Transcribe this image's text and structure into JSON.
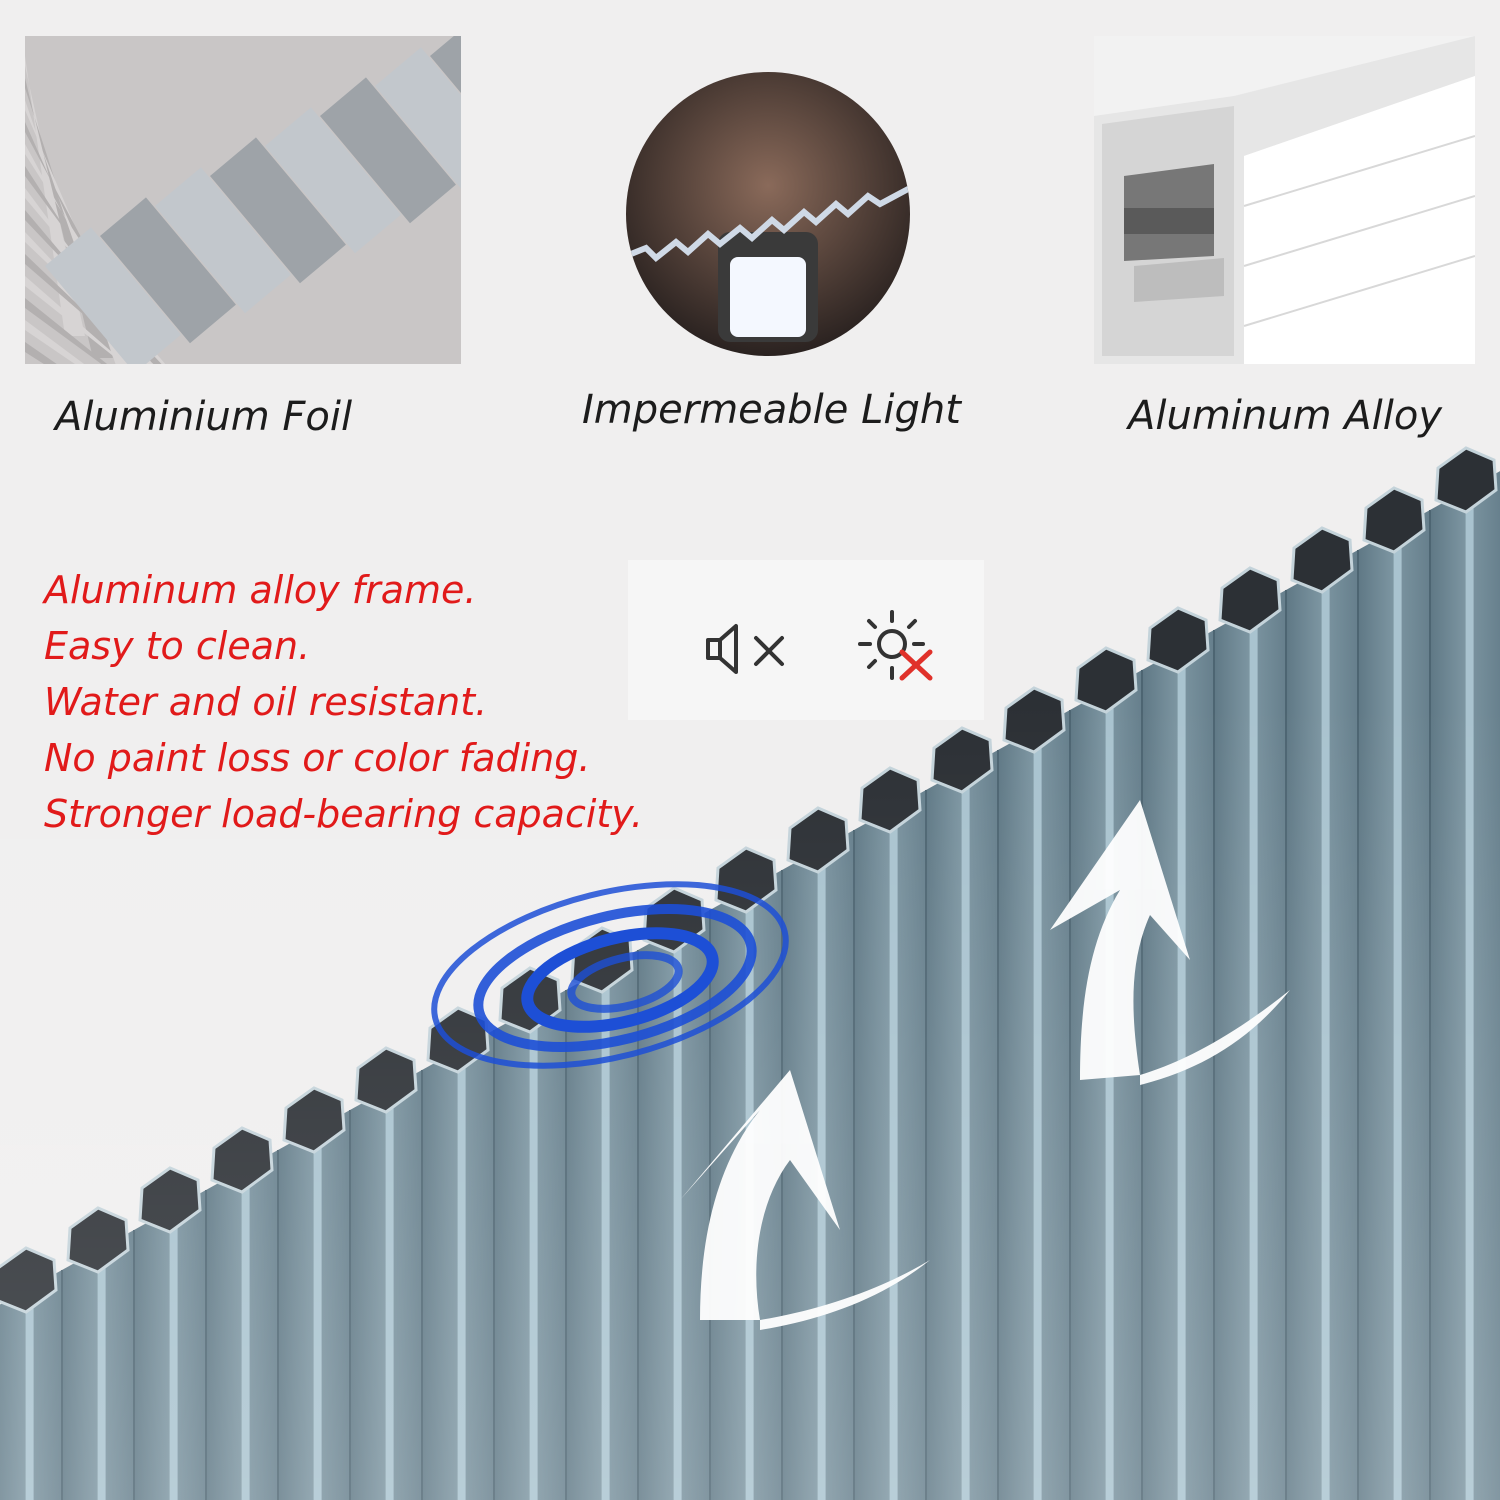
{
  "captions": {
    "foil": "Aluminium Foil",
    "light": "Impermeable Light",
    "alloy": "Aluminum Alloy"
  },
  "features": [
    "Aluminum alloy frame.",
    "Easy to clean.",
    "Water and oil resistant.",
    "No paint loss or color fading.",
    "Stronger load-bearing capacity."
  ],
  "icons": {
    "soundproof": "mute-speaker-icon",
    "blackout": "no-sun-icon"
  },
  "colors": {
    "feature_text": "#e11a1a",
    "caption_text": "#1c1c1c",
    "fabric": "#6f8a97",
    "background": "#f0efef"
  }
}
